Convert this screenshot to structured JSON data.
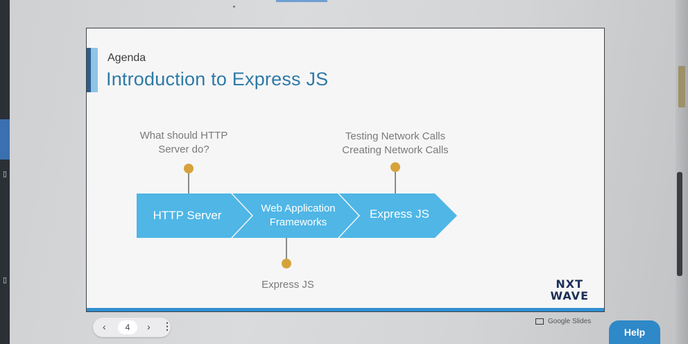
{
  "slide": {
    "section": "Agenda",
    "title": "Introduction to Express JS",
    "callouts": {
      "http_server_question_line1": "What should HTTP",
      "http_server_question_line2": "Server do?",
      "testing_line1": "Testing Network Calls",
      "testing_line2": "Creating Network Calls",
      "below_label": "Express JS"
    },
    "stages": [
      {
        "label": "HTTP Server"
      },
      {
        "label_line1": "Web Application",
        "label_line2": "Frameworks"
      },
      {
        "label": "Express JS"
      }
    ],
    "logo_line1": "NXT",
    "logo_line2": "WAVE"
  },
  "viewer": {
    "prev_icon": "chevron-left-icon",
    "next_icon": "chevron-right-icon",
    "page_number": "4",
    "brand": "Google Slides",
    "help_label": "Help"
  },
  "colors": {
    "accent": "#2f7aa6",
    "chevron": "#4fb6e6",
    "dot": "#d6a33a",
    "help_button": "#2f88c8"
  }
}
